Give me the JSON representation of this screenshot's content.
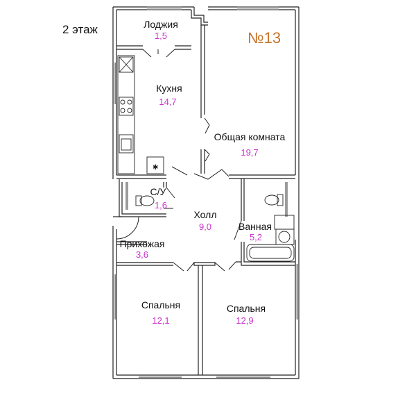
{
  "floor_label": "2 этаж",
  "apartment_number": "№13",
  "colors": {
    "area_text": "#cc33cc",
    "apartment_number": "#c8732a",
    "wall": "#222222",
    "window": "#666666"
  },
  "rooms": {
    "loggia": {
      "name": "Лоджия",
      "area": "1,5"
    },
    "kitchen": {
      "name": "Кухня",
      "area": "14,7"
    },
    "living": {
      "name": "Общая комната",
      "area": "19,7"
    },
    "wc": {
      "name": "С/У",
      "area": "1,6"
    },
    "hall": {
      "name": "Холл",
      "area": "9,0"
    },
    "bathroom": {
      "name": "Ванная",
      "area": "5,2"
    },
    "entry": {
      "name": "Прихожая",
      "area": "3,6"
    },
    "bedroom1": {
      "name": "Спальня",
      "area": "12,1"
    },
    "bedroom2": {
      "name": "Спальня",
      "area": "12,9"
    }
  }
}
